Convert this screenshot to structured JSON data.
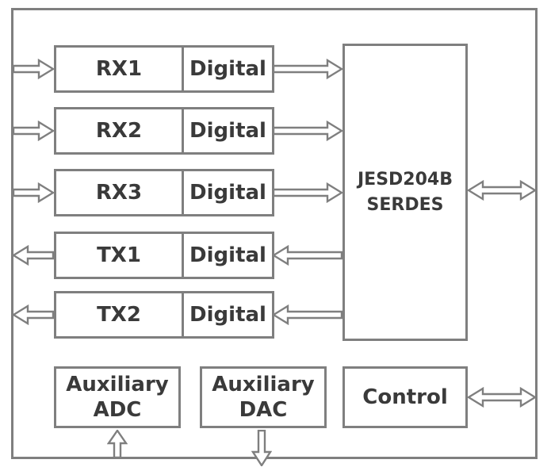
{
  "colors": {
    "line": "#7f7f7f",
    "text": "#3a3a3a",
    "background": "#ffffff"
  },
  "rows": [
    {
      "name": "RX1",
      "digital": "Digital",
      "flow": "input"
    },
    {
      "name": "RX2",
      "digital": "Digital",
      "flow": "input"
    },
    {
      "name": "RX3",
      "digital": "Digital",
      "flow": "input"
    },
    {
      "name": "TX1",
      "digital": "Digital",
      "flow": "output"
    },
    {
      "name": "TX2",
      "digital": "Digital",
      "flow": "output"
    }
  ],
  "serdes": {
    "line1": "JESD204B",
    "line2": "SERDES",
    "flow": "bidirectional"
  },
  "aux_adc": {
    "line1": "Auxiliary",
    "line2": "ADC",
    "flow": "input"
  },
  "aux_dac": {
    "line1": "Auxiliary",
    "line2": "DAC",
    "flow": "output"
  },
  "control": {
    "label": "Control",
    "flow": "bidirectional"
  }
}
